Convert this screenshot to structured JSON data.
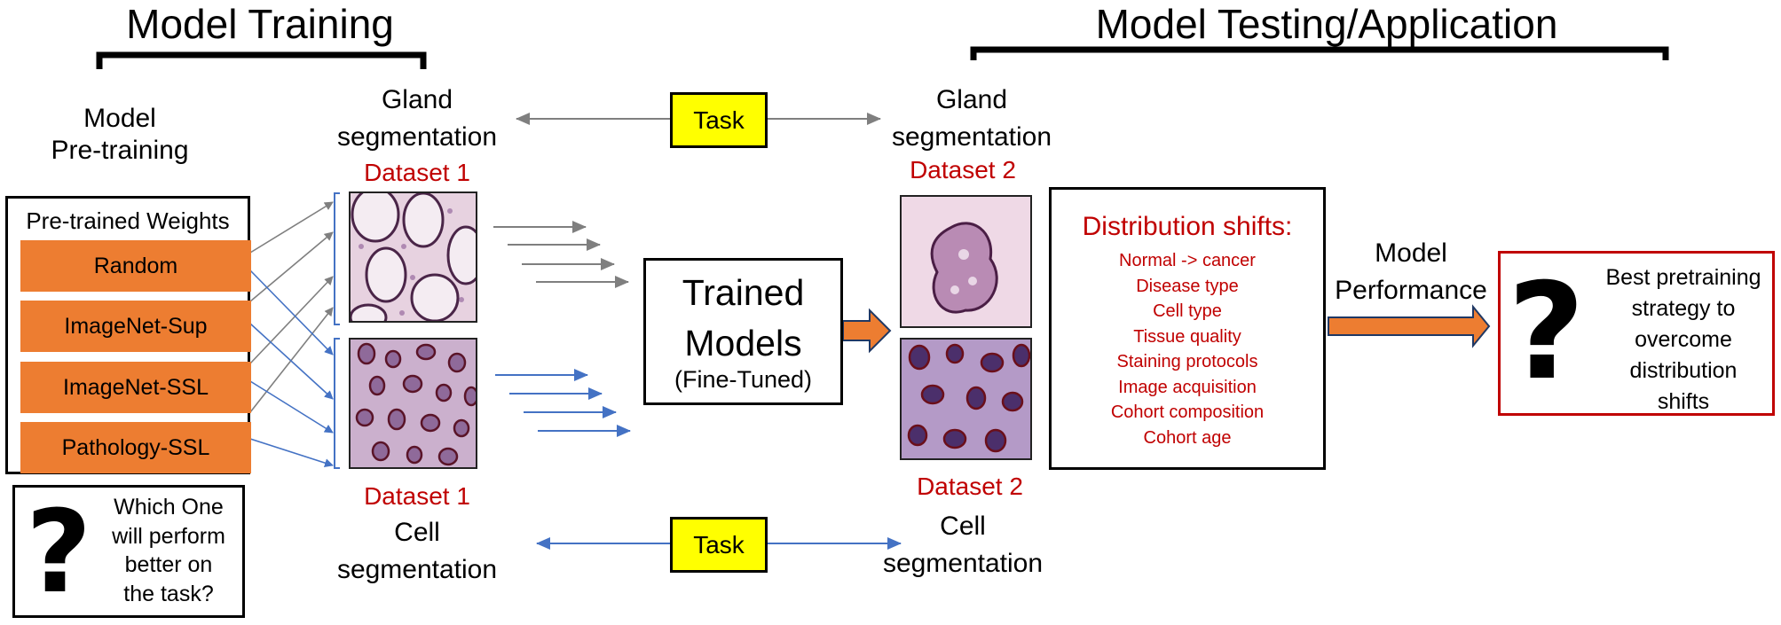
{
  "headers": {
    "training": "Model Training",
    "testing": "Model Testing/Application"
  },
  "pretraining": {
    "title_line1": "Model",
    "title_line2": "Pre-training",
    "weights_title": "Pre-trained Weights",
    "weights": [
      "Random",
      "ImageNet-Sup",
      "ImageNet-SSL",
      "Pathology-SSL"
    ]
  },
  "question_box": {
    "symbol": "?",
    "lines": [
      "Which One",
      "will perform",
      "better on",
      "the task?"
    ]
  },
  "gland_train": {
    "label_line1": "Gland",
    "label_line2": "segmentation",
    "dataset": "Dataset 1"
  },
  "cell_train": {
    "dataset": "Dataset 1",
    "label_line1": "Cell",
    "label_line2": "segmentation"
  },
  "gland_test": {
    "label_line1": "Gland",
    "label_line2": "segmentation",
    "dataset": "Dataset 2"
  },
  "cell_test": {
    "dataset": "Dataset 2",
    "label_line1": "Cell",
    "label_line2": "segmentation"
  },
  "task_top": "Task",
  "task_bottom": "Task",
  "trained_models": {
    "line1": "Trained",
    "line2": "Models",
    "line3": "(Fine-Tuned)"
  },
  "distribution_shifts": {
    "title": "Distribution shifts:",
    "items": [
      "Normal -> cancer",
      "Disease type",
      "Cell type",
      "Tissue quality",
      "Staining protocols",
      "Image acquisition",
      "Cohort composition",
      "Cohort age"
    ]
  },
  "model_performance": {
    "line1": "Model",
    "line2": "Performance"
  },
  "best_strategy": {
    "symbol": "?",
    "lines": [
      "Best pretraining",
      "strategy to",
      "overcome",
      "distribution",
      "shifts"
    ]
  },
  "colors": {
    "orange": "#ed7d31",
    "red_text": "#c00000",
    "task_yellow": "#ffff00",
    "blue_arrow": "#4472c4",
    "gray_arrow": "#7f7f7f"
  }
}
